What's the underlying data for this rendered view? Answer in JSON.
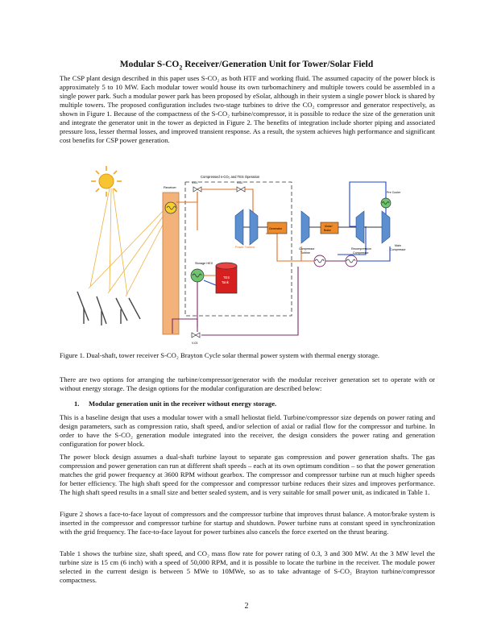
{
  "title_main": "Modular S-CO",
  "title_sub": "2",
  "title_rest": " Receiver/Generation Unit for Tower/Solar Field",
  "paragraphs": {
    "p1": "The CSP plant design described in this paper uses S-CO₂ as both HTF and working fluid. The assumed capacity of the power block is approximately 5 to 10 MW. Each modular tower would house its own turbomachinery and multiple towers could be assembled in a single power park. Such a modular power park has been proposed by eSolar, although in their system a single power block is shared by multiple towers. The proposed configuration includes two-stage turbines to drive the CO₂ compressor and generator respectively, as shown in Figure 1. Because of the compactness of the S-CO₂ turbine/compressor, it is possible to reduce the size of the generation unit and integrate the generator unit in the tower as depicted in Figure 2. The benefits of integration include shorter piping and associated pressure loss, lesser thermal losses, and improved transient response. As a result, the system achieves high performance and significant cost benefits for CSP power generation.",
    "p2": "There are two options for arranging the turbine/compressor/generator with the modular receiver generation set to operate with or without energy storage. The design options for the modular configuration are described below:",
    "p3": "This is a baseline design that uses a modular tower with a small heliostat field. Turbine/compressor size depends on power rating and design parameters, such as compression ratio, shaft speed, and/or selection of axial or radial flow for the compressor and turbine. In order to have the S-CO₂ generation module integrated into the receiver, the design considers the power rating and generation configuration for power block.",
    "p4": "The power block design assumes a dual-shaft turbine layout to separate gas compression and power generation shafts. The gas compression and power generation can run at different shaft speeds – each at its own optimum condition – so that the power generation matches the grid power frequency at 3600 RPM without gearbox. The compressor and compressor turbine run at much higher speeds for better efficiency. The high shaft speed for the compressor and compressor turbine reduces their sizes and improves performance. The high shaft speed results in a small size and better sealed system, and is very suitable for small power unit, as indicated in Table 1.",
    "p5": "Figure 2 shows a face-to-face layout of compressors and the compressor turbine that improves thrust balance. A motor/brake system is inserted in the compressor and compressor turbine for startup and shutdown. Power turbine runs at constant speed in synchronization with the grid frequency. The face-to-face layout for power turbines also cancels the force exerted on the thrust bearing.",
    "p6": "Table 1 shows the turbine size, shaft speed, and CO₂ mass flow rate for power rating of 0.3, 3 and 300 MW. At the 3 MW level the turbine size is 15 cm (6 inch) with a speed of 50,000 RPM, and it is possible to locate the turbine in the receiver. The module power selected in the current design is between 5 MWe to 10MWe, so as to take advantage of S-CO₂ Brayton turbine/compressor compactness."
  },
  "caption": "Figure 1. Dual-shaft, tower receiver S-CO₂ Brayton Cycle solar thermal power system with thermal energy storage.",
  "section_heading": {
    "number": "1.",
    "text": "Modular generation unit in the receiver without energy storage."
  },
  "page_number": "2",
  "figure": {
    "frame_label": "Compressed s-CO₂ and TES Operation",
    "receiver": "Receiver",
    "valve_top_left": "V-01",
    "valve_top_right": "V-02",
    "valve_bottom": "V-03",
    "storage_hex": "Storage HEX",
    "tes_tank": [
      "TES",
      "Tank"
    ],
    "generator": "Generator",
    "motor_brake": [
      "Motor/",
      "Brake"
    ],
    "power_turbine": "Power Turbine",
    "compressor_turbine": [
      "Compressor",
      "Turbine"
    ],
    "recompression_compressor": [
      "Recompression",
      "Compressor"
    ],
    "main_compressor": [
      "Main",
      "Compressor"
    ],
    "pre_cooler": "Pre Cooler",
    "colors": {
      "hot_line": "#e07020",
      "cold_line": "#2244cc",
      "purple_line": "#7a2a6a",
      "machine_blue": "#5b8fd0",
      "receiver_fill": "#f2b27a",
      "generator_fill": "#ef8a2a",
      "tes_red": "#d62020"
    }
  }
}
